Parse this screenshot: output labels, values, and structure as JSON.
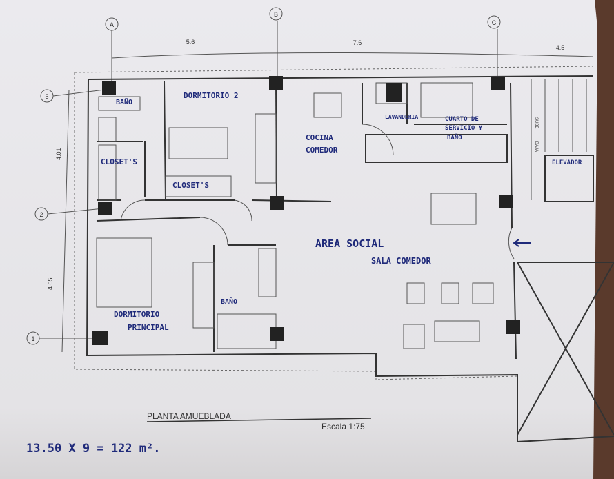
{
  "grid_axes": {
    "columns": [
      "A",
      "B",
      "C"
    ],
    "rows": [
      "5",
      "2",
      "1"
    ],
    "horizontal_dimensions": [
      "5.6",
      "7.6",
      "4.5"
    ],
    "vertical_dimensions": [
      "4.01",
      "4.05"
    ]
  },
  "rooms": {
    "bano_top": "BAÑO",
    "dormitorio_2": "DORMITORIO 2",
    "closets_left": "CLOSET'S",
    "closets_mid": "CLOSET'S",
    "cocina_1": "COCINA",
    "cocina_2": "COMEDOR",
    "lavanderia": "LAVANDERIA",
    "servicio_1": "CUARTO DE",
    "servicio_2": "SERVICIO Y",
    "servicio_3": "BAÑO",
    "elevador": "ELEVADOR",
    "area_social": "AREA SOCIAL",
    "sala_comedor": "SALA COMEDOR",
    "bano_main": "BAÑO",
    "dormitorio_principal_1": "DORMITORIO",
    "dormitorio_principal_2": "PRINCIPAL"
  },
  "stairs": {
    "up": "SUBE",
    "down": "BAJA"
  },
  "title_block": {
    "title": "PLANTA AMUEBLADA",
    "scale": "Escala 1:75"
  },
  "note": "13.50 X 9 = 122 m².",
  "colors": {
    "paper": "#e8e7eb",
    "ink": "#1f2a7a",
    "background": "#5a3a2c"
  }
}
